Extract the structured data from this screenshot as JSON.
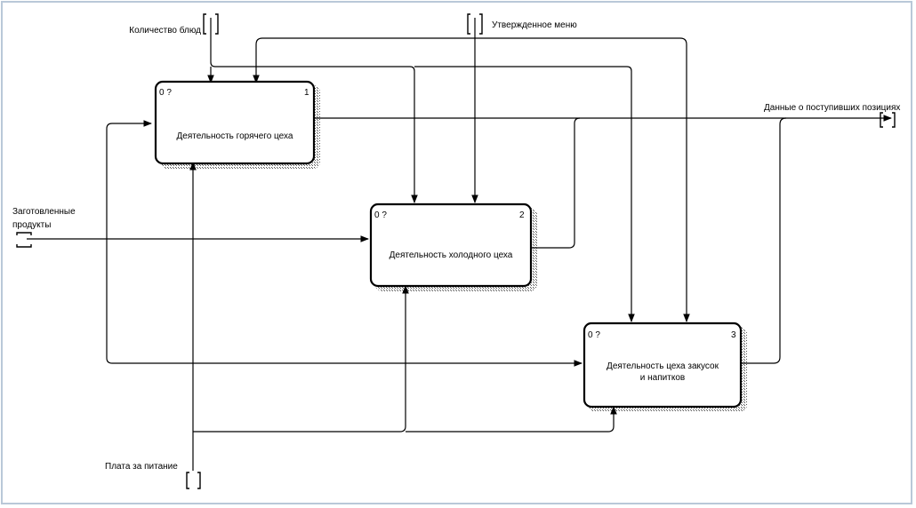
{
  "diagram": {
    "boxes": [
      {
        "id": "A1",
        "cost": "0 ?",
        "number": "1",
        "title_lines": [
          "Деятельность горячего цеха"
        ]
      },
      {
        "id": "A2",
        "cost": "0 ?",
        "number": "2",
        "title_lines": [
          "Деятельность холодного цеха"
        ]
      },
      {
        "id": "A3",
        "cost": "0 ?",
        "number": "3",
        "title_lines": [
          "Деятельность цеха закусок",
          "и напитков"
        ]
      }
    ],
    "labels": {
      "controls_qty": "Количество блюд",
      "controls_menu": "Утвержденное меню",
      "input_products_line1": "Заготовленные",
      "input_products_line2": "продукты",
      "output_data": "Данные о поступивших позициях",
      "mechanism_payment": "Плата за питание"
    }
  }
}
